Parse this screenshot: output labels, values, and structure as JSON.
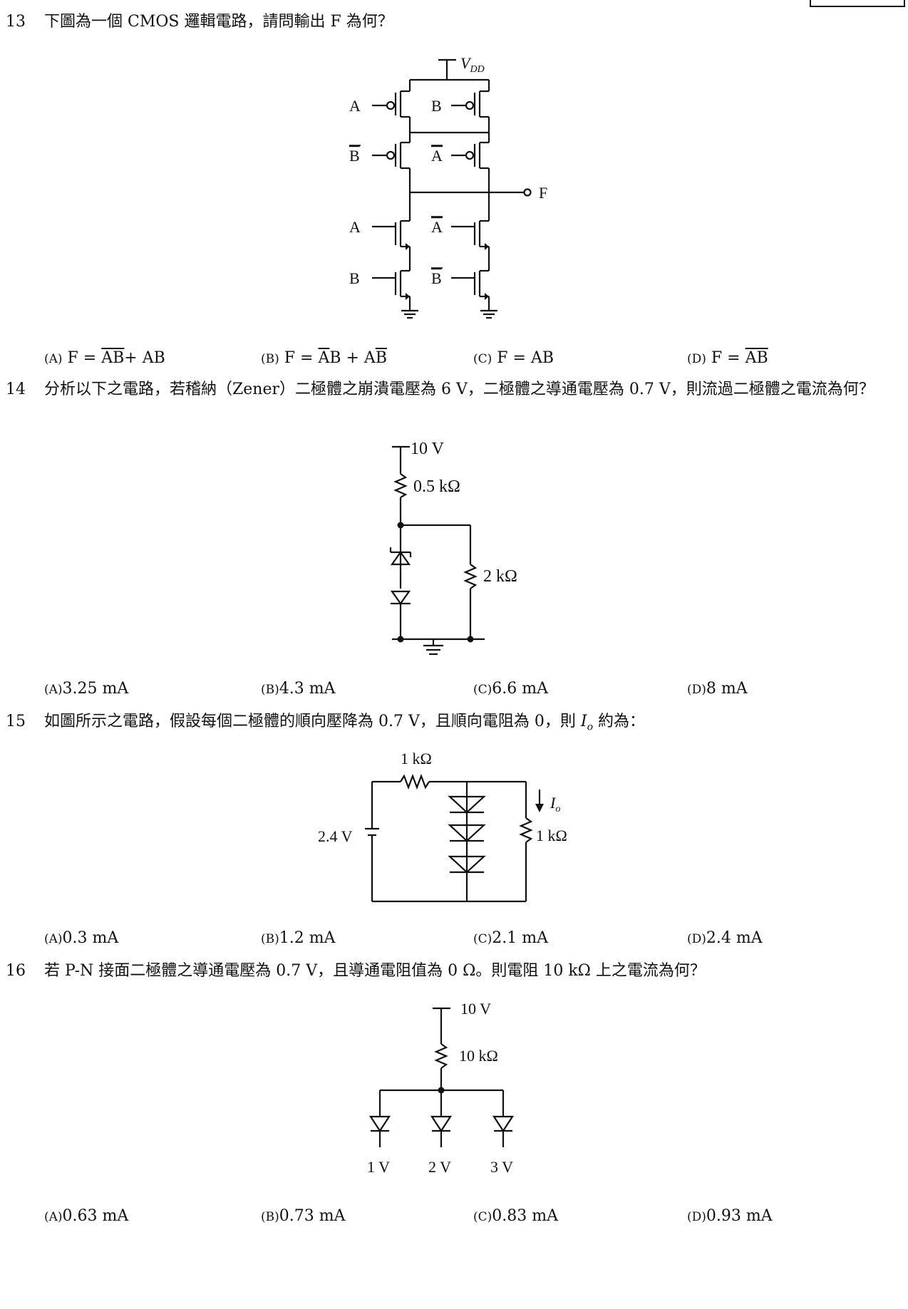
{
  "q13": {
    "num": "13",
    "text": "下圖為一個 CMOS 邏輯電路，請問輸出 F 為何？",
    "circuit": {
      "vdd": "V",
      "vdd_sub": "DD",
      "out": "F",
      "a": "A",
      "b": "B"
    },
    "options": [
      {
        "label": "(A)",
        "pre": "F = ",
        "ov1": "A",
        "ov2": "B",
        "post": "+ AB"
      },
      {
        "label": "(B)",
        "pre": "F = ",
        "ov1": "A",
        "mid": "B + A",
        "ov2": "B"
      },
      {
        "label": "(C)",
        "text": "F = AB"
      },
      {
        "label": "(D)",
        "pre": "F = ",
        "ov1": "A",
        "ov2": "B"
      }
    ]
  },
  "q14": {
    "num": "14",
    "text": "分析以下之電路，若稽納（Zener）二極體之崩潰電壓為 6 V，二極體之導通電壓為 0.7 V，則流過二極體之電流為何？",
    "circuit": {
      "source": "10 V",
      "r1": "0.5 kΩ",
      "r2": "2 kΩ"
    },
    "options": [
      {
        "label": "(A)",
        "text": "3.25 mA"
      },
      {
        "label": "(B)",
        "text": "4.3 mA"
      },
      {
        "label": "(C)",
        "text": "6.6 mA"
      },
      {
        "label": "(D)",
        "text": "8 mA"
      }
    ]
  },
  "q15": {
    "num": "15",
    "text_pre": "如圖所示之電路，假設每個二極體的順向壓降為 0.7 V，且順向電阻為 0，則 ",
    "text_var": "I",
    "text_sub": "o",
    "text_post": " 約為：",
    "circuit": {
      "source": "2.4 V",
      "r1": "1 kΩ",
      "r2": "1 kΩ",
      "current": "I",
      "current_sub": "o"
    },
    "options": [
      {
        "label": "(A)",
        "text": "0.3 mA"
      },
      {
        "label": "(B)",
        "text": "1.2 mA"
      },
      {
        "label": "(C)",
        "text": "2.1 mA"
      },
      {
        "label": "(D)",
        "text": "2.4 mA"
      }
    ]
  },
  "q16": {
    "num": "16",
    "text": "若 P-N 接面二極體之導通電壓為 0.7 V，且導通電阻值為 0 Ω。則電阻 10 kΩ 上之電流為何？",
    "circuit": {
      "source": "10 V",
      "r1": "10 kΩ",
      "v1": "1 V",
      "v2": "2 V",
      "v3": "3 V"
    },
    "options": [
      {
        "label": "(A)",
        "text": "0.63 mA"
      },
      {
        "label": "(B)",
        "text": "0.73 mA"
      },
      {
        "label": "(C)",
        "text": "0.83 mA"
      },
      {
        "label": "(D)",
        "text": "0.93 mA"
      }
    ]
  }
}
